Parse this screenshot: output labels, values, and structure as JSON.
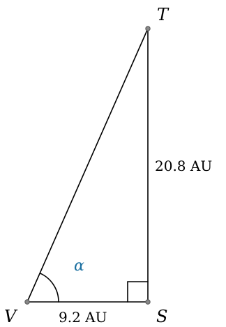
{
  "diagram": {
    "vertices": {
      "T": "T",
      "V": "V",
      "S": "S"
    },
    "sides": {
      "VS": "9.2 AU",
      "ST": "20.8 AU"
    },
    "angle": {
      "label": "α",
      "vertex": "V",
      "color": "#1a6fa0"
    },
    "right_angle_vertex": "S"
  }
}
